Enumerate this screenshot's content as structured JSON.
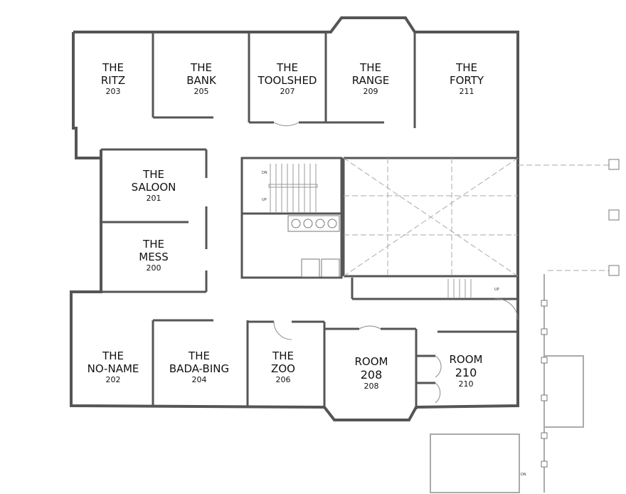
{
  "rooms": [
    {
      "line1": "THE",
      "line2": "RITZ",
      "number": "203"
    },
    {
      "line1": "THE",
      "line2": "BANK",
      "number": "205"
    },
    {
      "line1": "THE",
      "line2": "TOOLSHED",
      "number": "207"
    },
    {
      "line1": "THE",
      "line2": "RANGE",
      "number": "209"
    },
    {
      "line1": "THE",
      "line2": "FORTY",
      "number": "211"
    },
    {
      "line1": "THE",
      "line2": "SALOON",
      "number": "201"
    },
    {
      "line1": "THE",
      "line2": "MESS",
      "number": "200"
    },
    {
      "line1": "THE",
      "line2": "NO-NAME",
      "number": "202"
    },
    {
      "line1": "THE",
      "line2": "BADA-BING",
      "number": "204"
    },
    {
      "line1": "THE",
      "line2": "ZOO",
      "number": "206"
    },
    {
      "line1": "ROOM",
      "line2": "208",
      "number": "208"
    },
    {
      "line1": "ROOM",
      "line2": "210",
      "number": "210"
    }
  ],
  "stairs": {
    "main_dn": "DN",
    "main_up": "UP",
    "east_up": "UP",
    "exterior_dn": "DN"
  },
  "colors": {
    "wall": "#555555",
    "wall_dark": "#444444",
    "thin_line": "#888888",
    "dashed": "#aaaaaa"
  }
}
